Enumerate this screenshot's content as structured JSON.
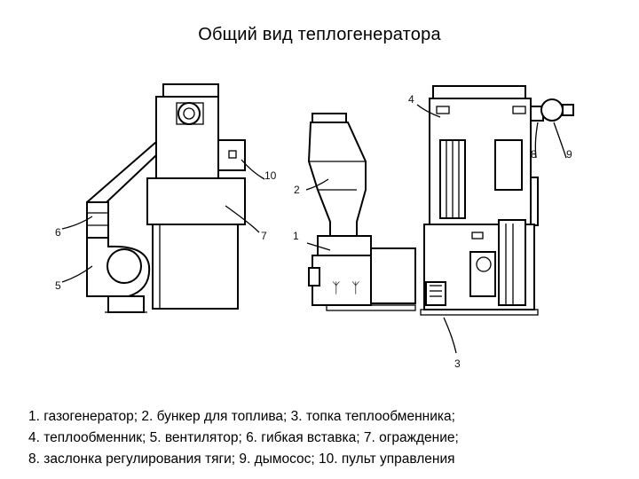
{
  "title": "Общий вид теплогенератора",
  "callouts": [
    "1",
    "2",
    "3",
    "4",
    "5",
    "6",
    "7",
    "8",
    "9",
    "10"
  ],
  "caption": [
    "1. газогенератор; 2. бункер для топлива; 3. топка теплообменника;",
    "4. теплообменник; 5. вентилятор; 6. гибкая вставка; 7. ограждение;",
    "8. заслонка регулирования тяги; 9. дымосос; 10. пульт управления"
  ]
}
